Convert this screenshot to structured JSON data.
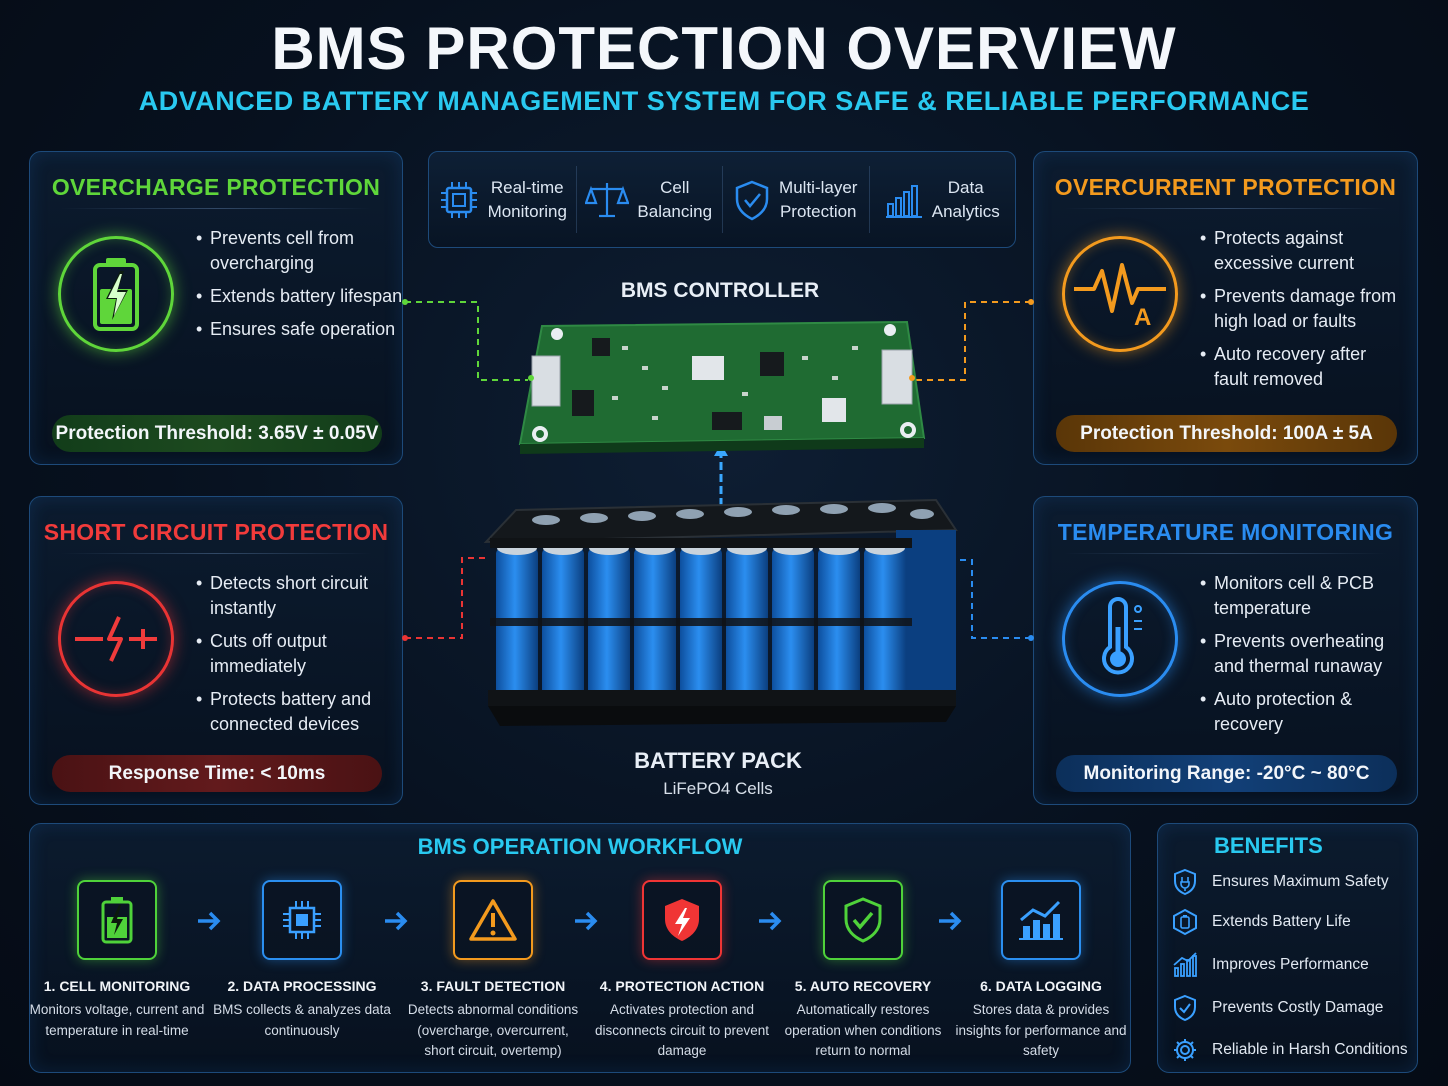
{
  "header": {
    "title": "BMS PROTECTION OVERVIEW",
    "subtitle": "ADVANCED BATTERY MANAGEMENT SYSTEM FOR SAFE & RELIABLE PERFORMANCE"
  },
  "features": [
    {
      "icon": "chip-icon",
      "line1": "Real-time",
      "line2": "Monitoring"
    },
    {
      "icon": "balance-scale-icon",
      "line1": "Cell",
      "line2": "Balancing"
    },
    {
      "icon": "shield-icon",
      "line1": "Multi-layer",
      "line2": "Protection"
    },
    {
      "icon": "bar-chart-icon",
      "line1": "Data",
      "line2": "Analytics"
    }
  ],
  "center": {
    "controller_label": "BMS CONTROLLER",
    "pack_label": "BATTERY PACK",
    "pack_sub": "LiFePO4 Cells"
  },
  "panels": {
    "overcharge": {
      "title": "OVERCHARGE PROTECTION",
      "color": "#5fd63a",
      "icon": "battery-charging-icon",
      "bullets": [
        "Prevents cell from overcharging",
        "Extends battery lifespan",
        "Ensures safe operation"
      ],
      "threshold": "Protection Threshold: 3.65V ± 0.05V"
    },
    "overcurrent": {
      "title": "OVERCURRENT PROTECTION",
      "color": "#f39a1e",
      "icon": "current-wave-icon",
      "bullets": [
        "Protects against excessive current",
        "Prevents damage from high load or faults",
        "Auto recovery after fault removed"
      ],
      "threshold": "Protection Threshold: 100A ± 5A"
    },
    "short_circuit": {
      "title": "SHORT CIRCUIT PROTECTION",
      "color": "#f23b3b",
      "icon": "short-circuit-icon",
      "bullets": [
        "Detects short circuit instantly",
        "Cuts off output immediately",
        "Protects battery and connected devices"
      ],
      "threshold": "Response Time: < 10ms"
    },
    "temperature": {
      "title": "TEMPERATURE MONITORING",
      "color": "#2a8cf0",
      "icon": "thermometer-icon",
      "bullets": [
        "Monitors cell & PCB temperature",
        "Prevents overheating and thermal runaway",
        "Auto protection & recovery"
      ],
      "threshold": "Monitoring Range: -20°C ~ 80°C"
    }
  },
  "workflow": {
    "title": "BMS OPERATION WORKFLOW",
    "steps": [
      {
        "title": "1. CELL MONITORING",
        "desc": "Monitors voltage, current and temperature in real-time",
        "color": "#4fd23a",
        "icon": "battery-icon"
      },
      {
        "title": "2. DATA PROCESSING",
        "desc": "BMS collects & analyzes data continuously",
        "color": "#2b8ff0",
        "icon": "processor-icon"
      },
      {
        "title": "3. FAULT DETECTION",
        "desc": "Detects abnormal conditions (overcharge, overcurrent, short circuit, overtemp)",
        "color": "#f39a1e",
        "icon": "warning-icon"
      },
      {
        "title": "4. PROTECTION ACTION",
        "desc": "Activates protection and disconnects circuit to prevent damage",
        "color": "#f03535",
        "icon": "shield-bolt-icon"
      },
      {
        "title": "5. AUTO RECOVERY",
        "desc": "Automatically restores operation when conditions return to normal",
        "color": "#4fd23a",
        "icon": "shield-check-icon"
      },
      {
        "title": "6. DATA LOGGING",
        "desc": "Stores data & provides insights for performance and safety",
        "color": "#2b8ff0",
        "icon": "trend-chart-icon"
      }
    ]
  },
  "benefits": {
    "title": "BENEFITS",
    "items": [
      {
        "label": "Ensures Maximum Safety",
        "icon": "shield-plug-icon"
      },
      {
        "label": "Extends Battery Life",
        "icon": "hexagon-cell-icon"
      },
      {
        "label": "Improves Performance",
        "icon": "growth-bars-icon"
      },
      {
        "label": "Prevents Costly Damage",
        "icon": "shield-check-icon"
      },
      {
        "label": "Reliable in Harsh Conditions",
        "icon": "gear-icon"
      }
    ]
  }
}
